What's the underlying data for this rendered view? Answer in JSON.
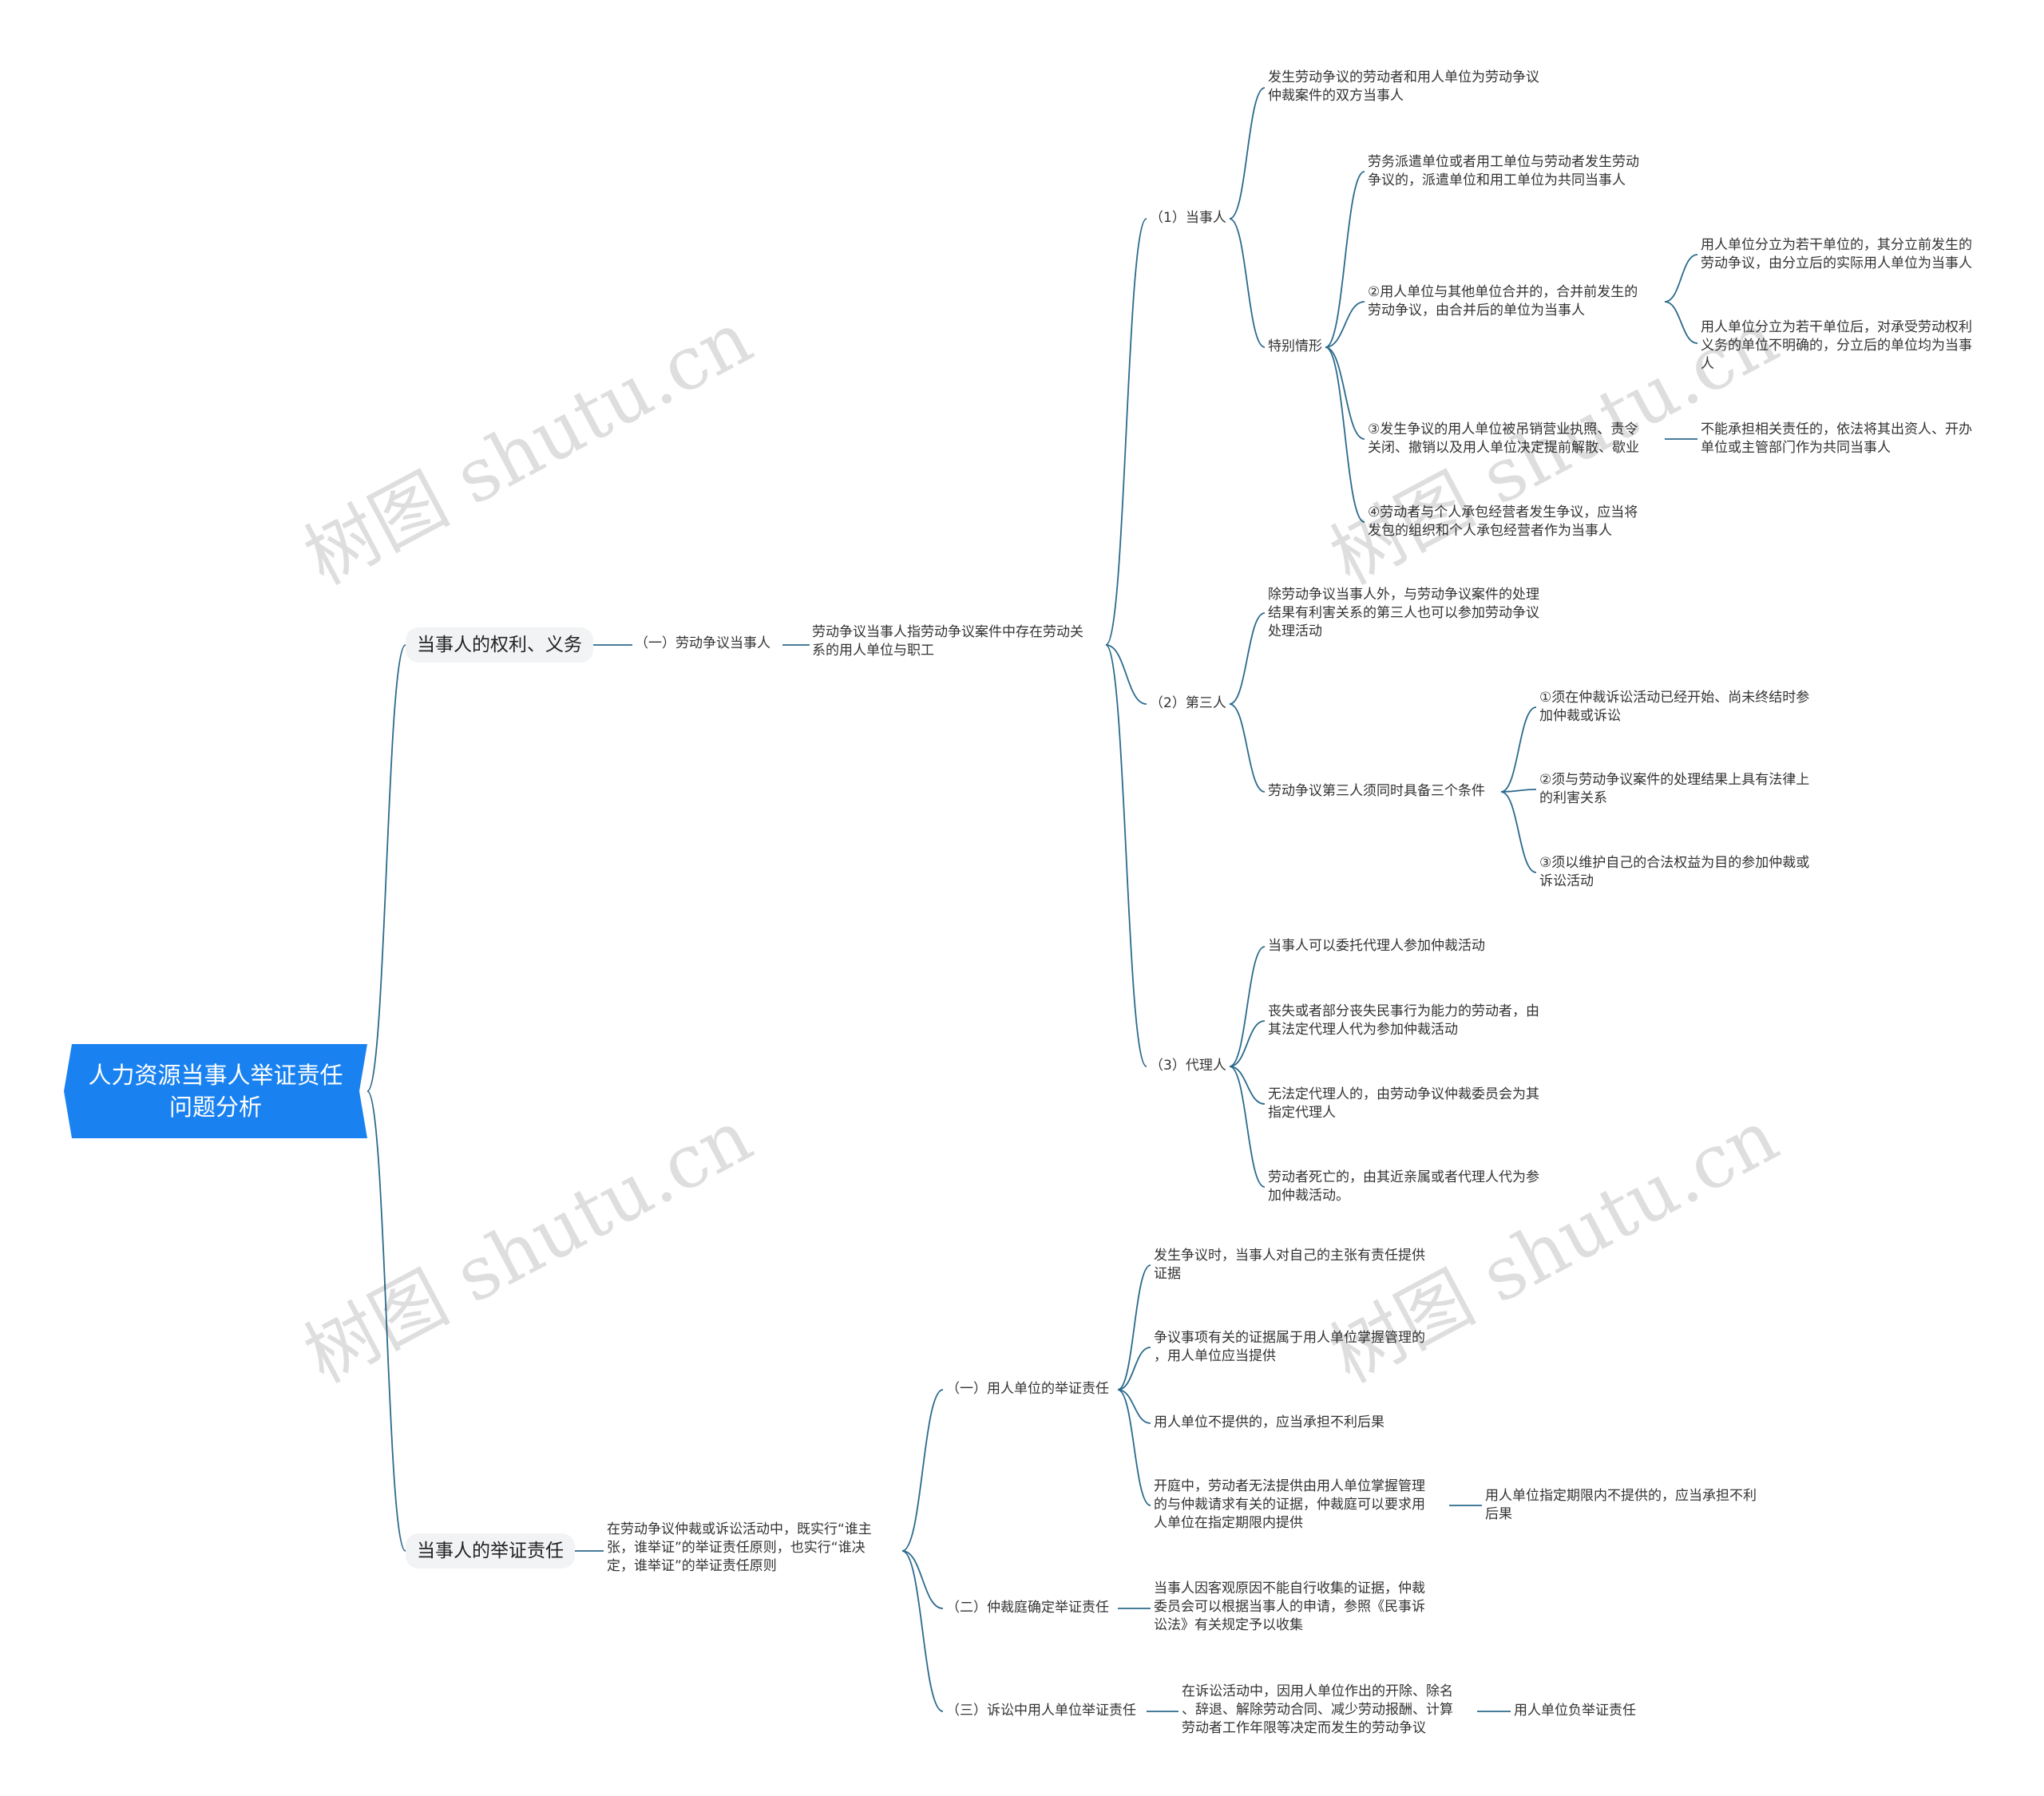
{
  "root": {
    "line1": "人力资源当事人举证责任",
    "line2": "问题分析"
  },
  "branch1": {
    "label": "当事人的权利、义务",
    "sub": "（一）劳动争议当事人",
    "def": [
      "劳动争议当事人指劳动争议案件中存在劳动关",
      "系的用人单位与职工"
    ],
    "party": {
      "label": "（1）当事人",
      "both": [
        "发生劳动争议的劳动者和用人单位为劳动争议",
        "仲裁案件的双方当事人"
      ],
      "special": {
        "label": "特别情形",
        "dispatch": [
          "劳务派遣单位或者用工单位与劳动者发生劳动",
          "争议的，派遣单位和用工单位为共同当事人"
        ],
        "merge": [
          "②用人单位与其他单位合并的，合并前发生的",
          "劳动争议，由合并后的单位为当事人"
        ],
        "split_a": [
          "用人单位分立为若干单位的，其分立前发生的",
          "劳动争议，由分立后的实际用人单位为当事人"
        ],
        "split_b": [
          "用人单位分立为若干单位后，对承受劳动权利",
          "义务的单位不明确的，分立后的单位均为当事",
          "人"
        ],
        "revoke": [
          "③发生争议的用人单位被吊销营业执照、责令",
          "关闭、撤销以及用人单位决定提前解散、歇业"
        ],
        "revoke_res": [
          "不能承担相关责任的，依法将其出资人、开办",
          "单位或主管部门作为共同当事人"
        ],
        "contract": [
          "④劳动者与个人承包经营者发生争议，应当将",
          "发包的组织和个人承包经营者作为当事人"
        ]
      }
    },
    "third": {
      "label": "（2）第三人",
      "desc": [
        "除劳动争议当事人外，与劳动争议案件的处理",
        "结果有利害关系的第三人也可以参加劳动争议",
        "处理活动"
      ],
      "cond_label": "劳动争议第三人须同时具备三个条件",
      "c1": [
        "①须在仲裁诉讼活动已经开始、尚未终结时参",
        "加仲裁或诉讼"
      ],
      "c2": [
        "②须与劳动争议案件的处理结果上具有法律上",
        "的利害关系"
      ],
      "c3": [
        "③须以维护自己的合法权益为目的参加仲裁或",
        "诉讼活动"
      ]
    },
    "agent": {
      "label": "（3）代理人",
      "a1": [
        "当事人可以委托代理人参加仲裁活动"
      ],
      "a2": [
        "丧失或者部分丧失民事行为能力的劳动者，由",
        "其法定代理人代为参加仲裁活动"
      ],
      "a3": [
        "无法定代理人的，由劳动争议仲裁委员会为其",
        "指定代理人"
      ],
      "a4": [
        "劳动者死亡的，由其近亲属或者代理人代为参",
        "加仲裁活动。"
      ]
    }
  },
  "branch2": {
    "label": "当事人的举证责任",
    "principle": [
      "在劳动争议仲裁或诉讼活动中，既实行“谁主",
      "张，谁举证”的举证责任原则，也实行“谁决",
      "定，谁举证”的举证责任原则"
    ],
    "emp": {
      "label": "（一）用人单位的举证责任",
      "e1": [
        "发生争议时，当事人对自己的主张有责任提供",
        "证据"
      ],
      "e2": [
        "争议事项有关的证据属于用人单位掌握管理的",
        "，用人单位应当提供"
      ],
      "e3": [
        "用人单位不提供的，应当承担不利后果"
      ],
      "e4": [
        "开庭中，劳动者无法提供由用人单位掌握管理",
        "的与仲裁请求有关的证据，仲裁庭可以要求用",
        "人单位在指定期限内提供"
      ],
      "e4_res": [
        "用人单位指定期限内不提供的，应当承担不利",
        "后果"
      ]
    },
    "arb": {
      "label": "（二）仲裁庭确定举证责任",
      "desc": [
        "当事人因客观原因不能自行收集的证据，仲裁",
        "委员会可以根据当事人的申请，参照《民事诉",
        "讼法》有关规定予以收集"
      ]
    },
    "lit": {
      "label": "（三）诉讼中用人单位举证责任",
      "desc": [
        "在诉讼活动中，因用人单位作出的开除、除名",
        "、辞退、解除劳动合同、减少劳动报酬、计算",
        "劳动者工作年限等决定而发生的劳动争议"
      ],
      "res": [
        "用人单位负举证责任"
      ]
    }
  },
  "watermark": "树图 shutu.cn",
  "colors": {
    "root_bg": "#1a82f0",
    "link": "#2b6a8c",
    "level1_bg": "#f2f3f5"
  }
}
